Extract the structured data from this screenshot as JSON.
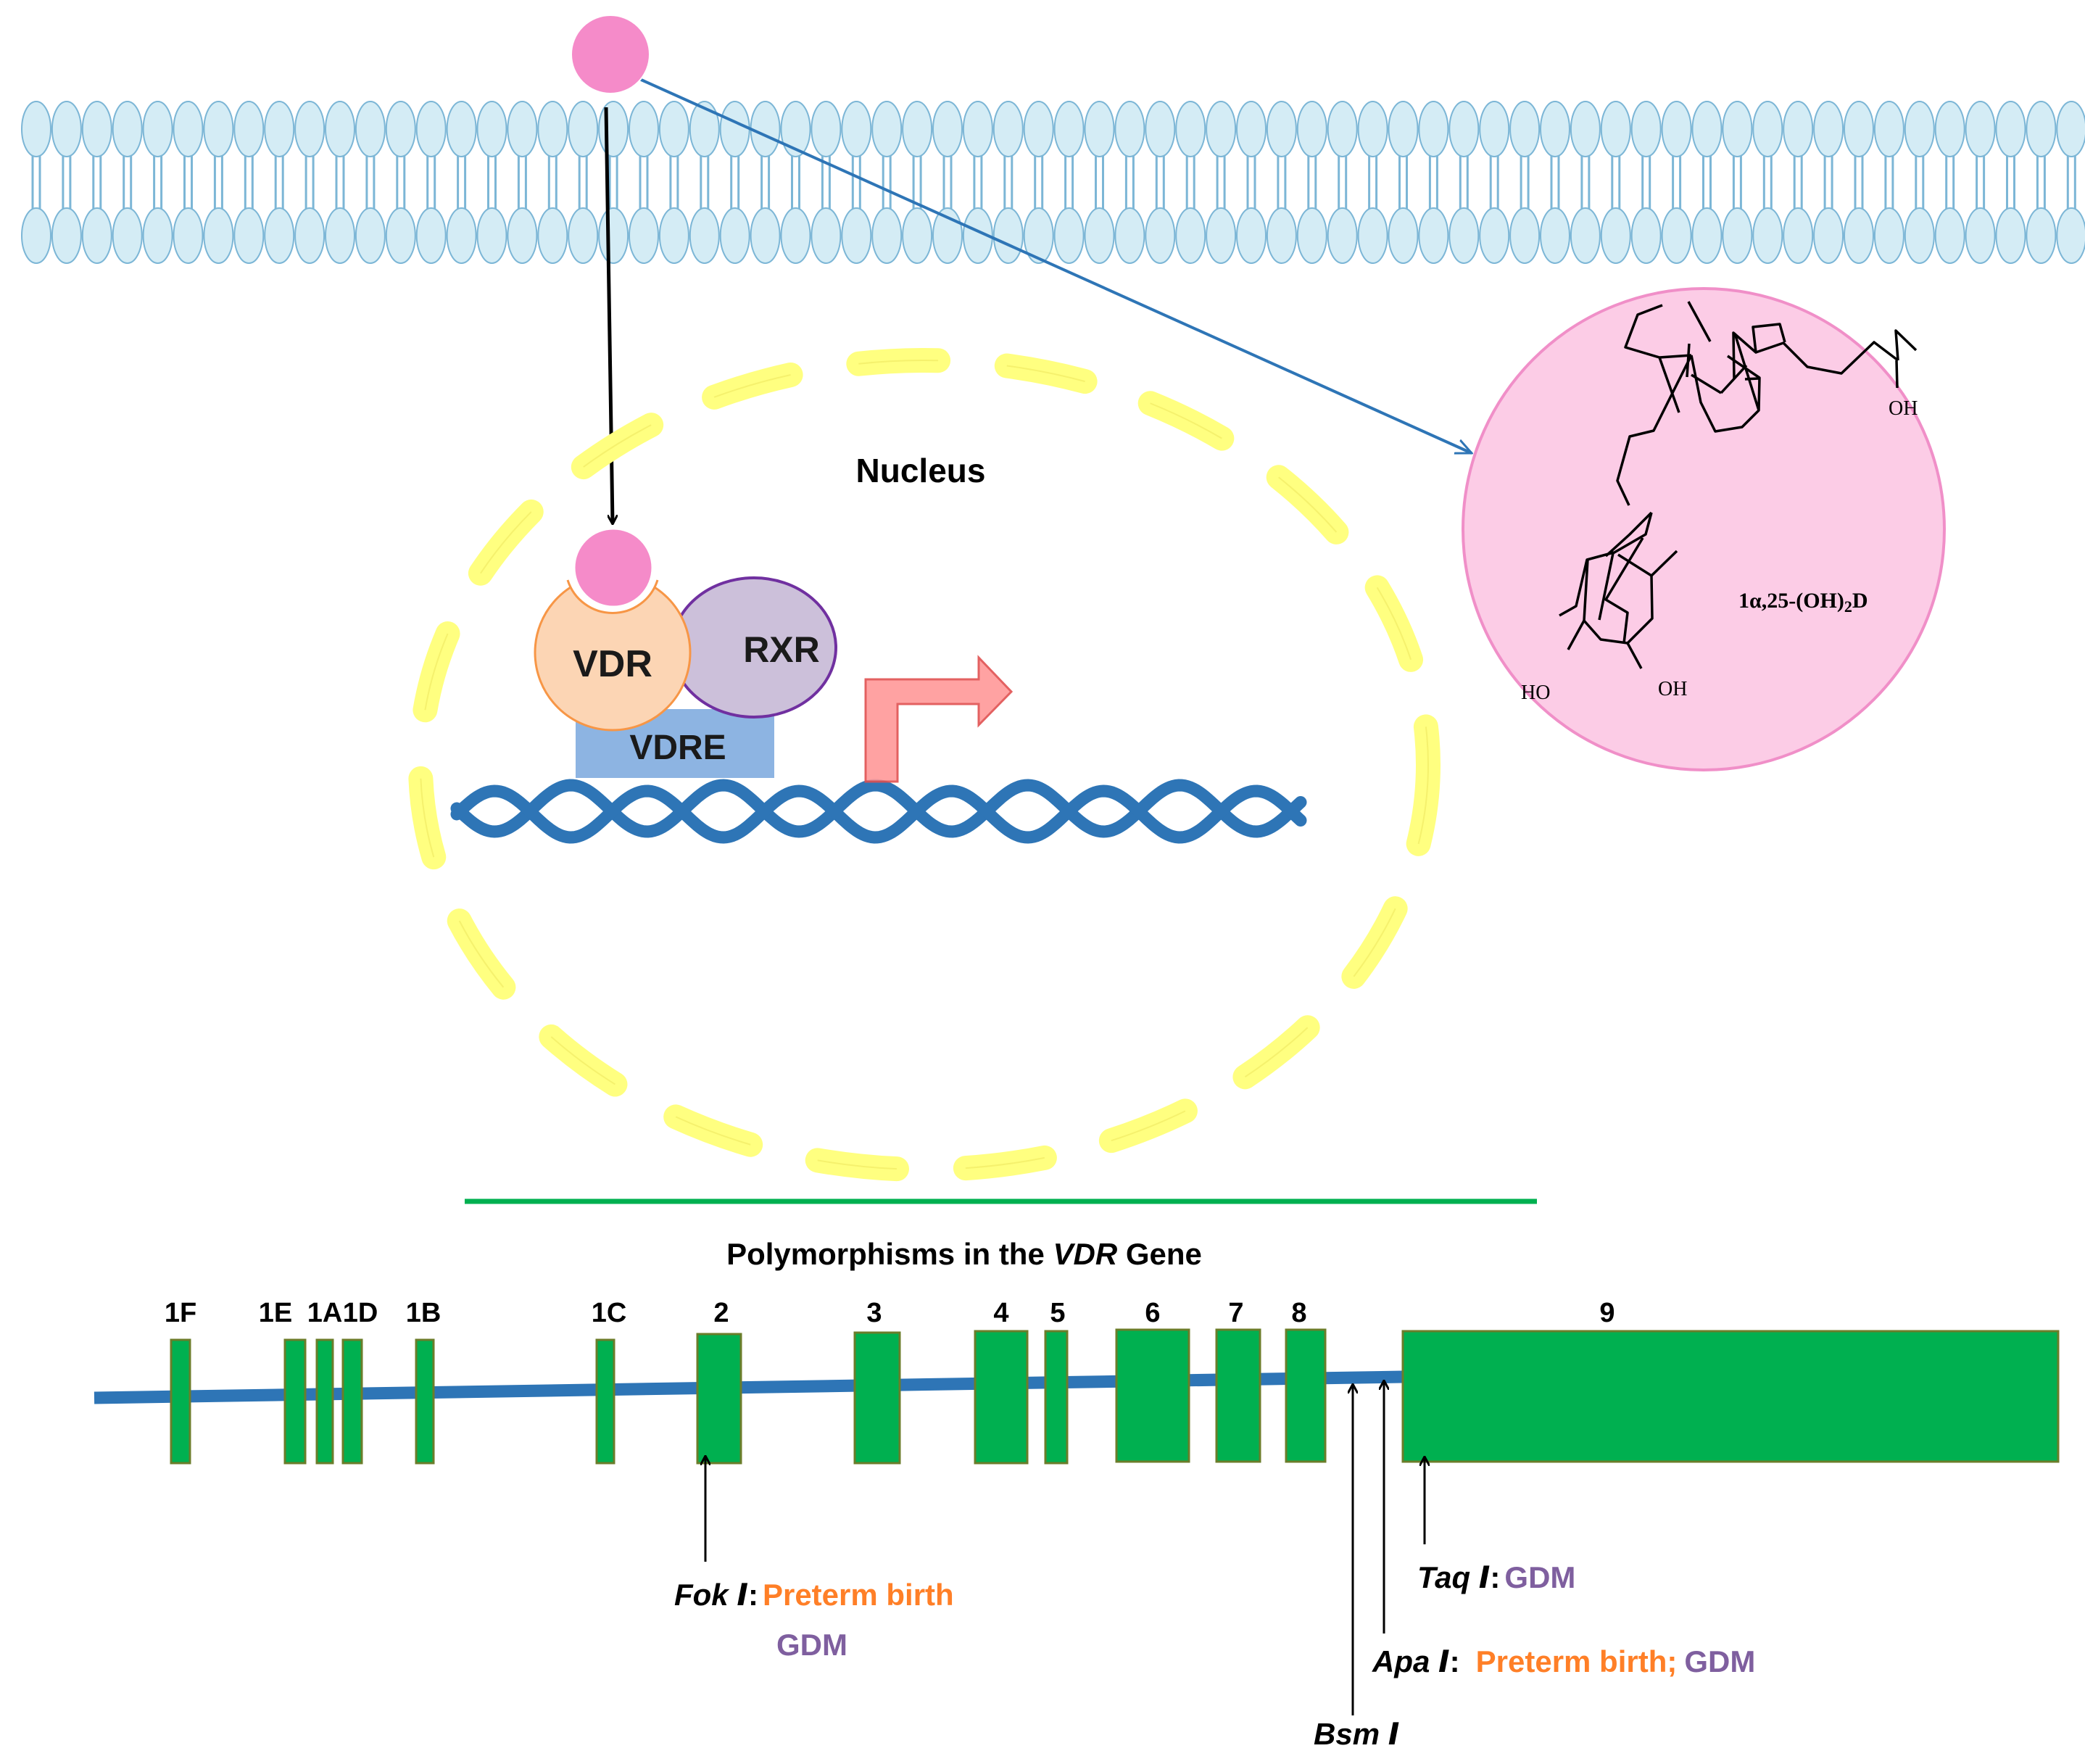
{
  "nucleus_label": "Nucleus",
  "proteins": {
    "vdr": "VDR",
    "rxr": "RXR",
    "vdre": "VDRE"
  },
  "molecule": {
    "name_prefix": "1α,25-(OH)",
    "name_sub": "2",
    "name_suffix": "D",
    "oh_top": "OH",
    "oh_left": "HO",
    "oh_right": "OH"
  },
  "gene": {
    "title_prefix": "Polymorphisms in the ",
    "title_gene": "VDR",
    "title_suffix": " Gene",
    "exons": [
      {
        "label": "1F"
      },
      {
        "label": "1E"
      },
      {
        "label": "1A"
      },
      {
        "label": "1D"
      },
      {
        "label": "1B"
      },
      {
        "label": "1C"
      },
      {
        "label": "2"
      },
      {
        "label": "3"
      },
      {
        "label": "4"
      },
      {
        "label": "5"
      },
      {
        "label": "6"
      },
      {
        "label": "7"
      },
      {
        "label": "8"
      },
      {
        "label": "9"
      }
    ]
  },
  "polymorphisms": {
    "fok": {
      "name": "Fok Ⅰ",
      "sep": ":",
      "assoc1": "Preterm birth",
      "assoc2": "GDM"
    },
    "taq": {
      "name": "Taq Ⅰ",
      "sep": ":",
      "assoc1": "GDM"
    },
    "apa": {
      "name": "Apa Ⅰ",
      "sep": ":",
      "assoc1": "Preterm birth;",
      "assoc2": "GDM"
    },
    "bsm": {
      "name": "Bsm Ⅰ"
    }
  },
  "colors": {
    "membrane_fill": "#d4ecf5",
    "membrane_stroke": "#7cb6d6",
    "ligand": "#f58bc9",
    "nucleus_envelope": "#ffff80",
    "vdr_fill": "#fcd5b4",
    "rxr_fill": "#ccc0da",
    "vdre_fill": "#8db4e2",
    "dna": "#2e75b6",
    "exon": "#00b050",
    "green_line": "#00b050",
    "preterm": "#ff7f27",
    "gdm": "#7f5f9f"
  }
}
